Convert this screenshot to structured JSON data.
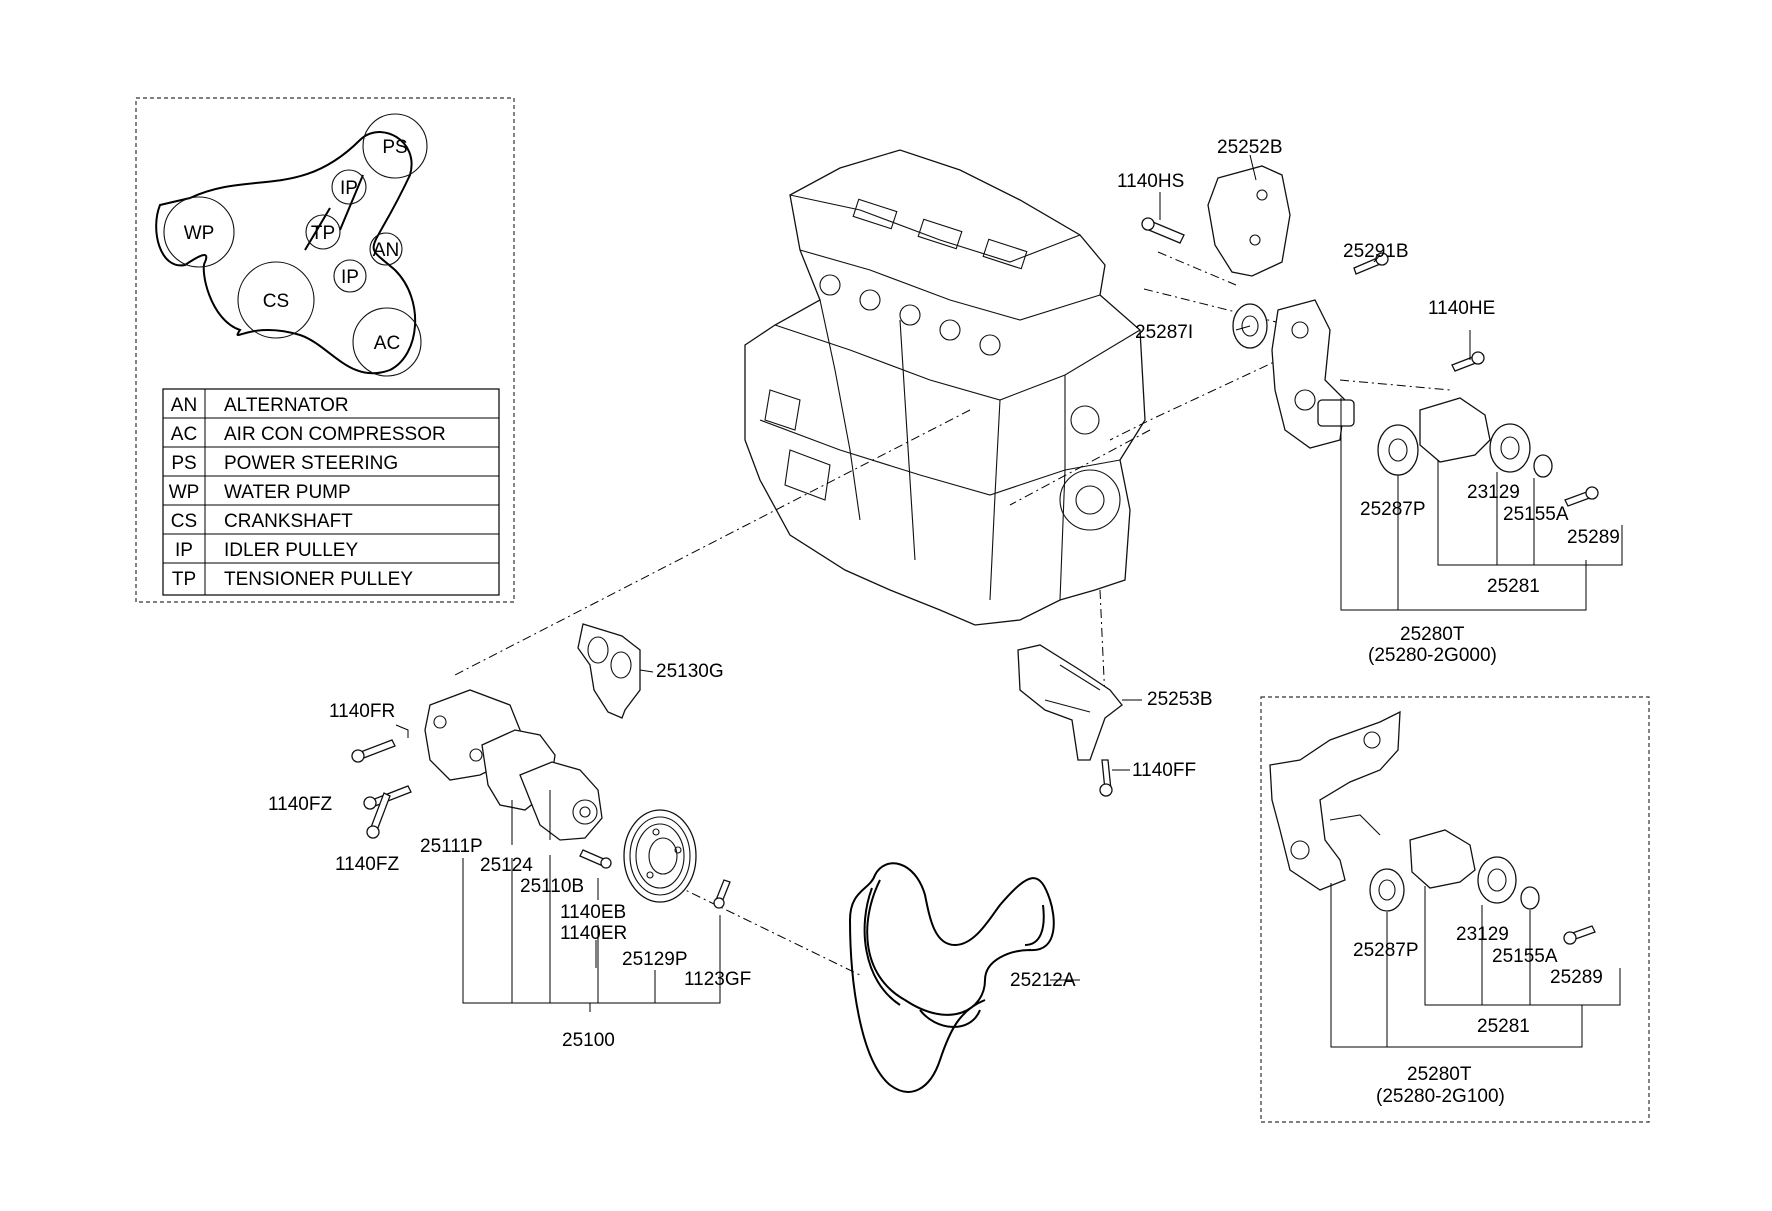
{
  "belt_routing": {
    "pulleys": [
      {
        "code": "PS"
      },
      {
        "code": "IP"
      },
      {
        "code": "WP"
      },
      {
        "code": "TP"
      },
      {
        "code": "AN"
      },
      {
        "code": "IP"
      },
      {
        "code": "CS"
      },
      {
        "code": "AC"
      }
    ]
  },
  "legend": [
    {
      "code": "AN",
      "name": "ALTERNATOR"
    },
    {
      "code": "AC",
      "name": "AIR CON COMPRESSOR"
    },
    {
      "code": "PS",
      "name": "POWER STEERING"
    },
    {
      "code": "WP",
      "name": "WATER PUMP"
    },
    {
      "code": "CS",
      "name": "CRANKSHAFT"
    },
    {
      "code": "IP",
      "name": "IDLER PULLEY"
    },
    {
      "code": "TP",
      "name": "TENSIONER PULLEY"
    }
  ],
  "parts": {
    "p25252B": "25252B",
    "p1140HS": "1140HS",
    "p25291B": "25291B",
    "p1140HE": "1140HE",
    "p25287I": "25287I",
    "p25287P": "25287P",
    "p23129": "23129",
    "p25155A": "25155A",
    "p25289": "25289",
    "p25281": "25281",
    "p25280T": "25280T",
    "p25280T_alt": "(25280-2G000)",
    "p25130G": "25130G",
    "p25253B": "25253B",
    "p1140FF": "1140FF",
    "p1140FR": "1140FR",
    "p1140FZ_a": "1140FZ",
    "p1140FZ_b": "1140FZ",
    "p25111P": "25111P",
    "p25124": "25124",
    "p25110B": "25110B",
    "p1140EB": "1140EB",
    "p1140ER": "1140ER",
    "p25129P": "25129P",
    "p1123GF": "1123GF",
    "p25100": "25100",
    "p25212A": "25212A"
  },
  "alt_kit": {
    "p25287P": "25287P",
    "p23129": "23129",
    "p25155A": "25155A",
    "p25289": "25289",
    "p25281": "25281",
    "p25280T": "25280T",
    "p25280T_alt": "(25280-2G100)"
  }
}
